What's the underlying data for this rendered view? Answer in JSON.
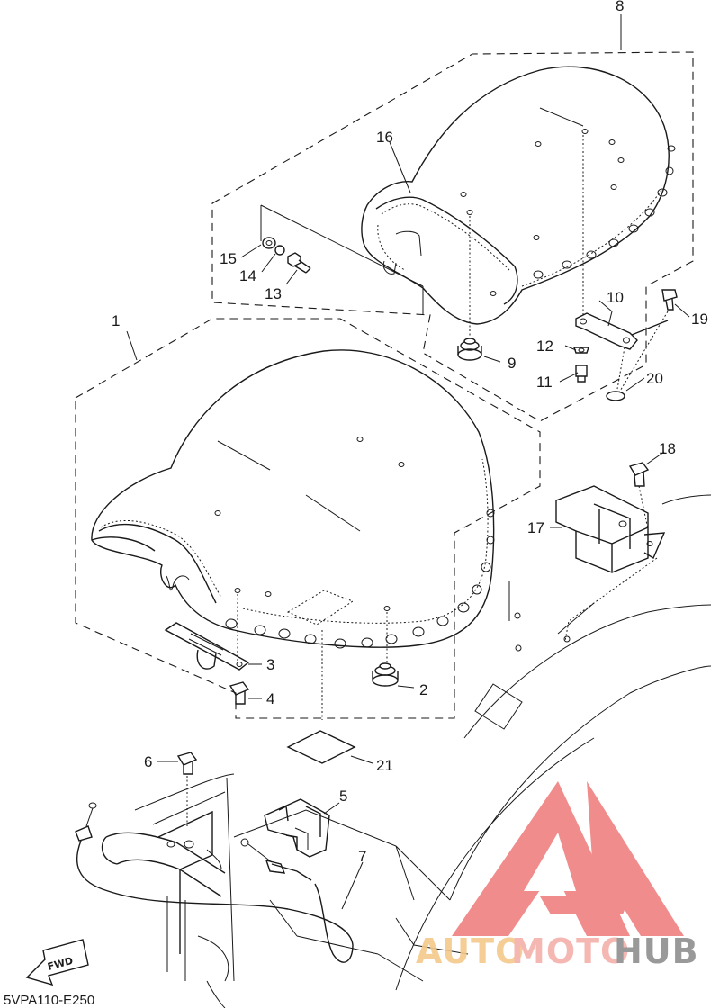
{
  "diagram": {
    "code": "5VPA110-E250",
    "fwd_label": "FWD",
    "part_numbers": [
      "1",
      "2",
      "3",
      "4",
      "5",
      "6",
      "7",
      "8",
      "9",
      "10",
      "11",
      "12",
      "13",
      "14",
      "15",
      "16",
      "17",
      "18",
      "19",
      "20",
      "21"
    ]
  },
  "watermark": {
    "text_auto": "AUTO",
    "text_moto": "MOTO",
    "text_hub": "HUB",
    "colors": {
      "auto": "#f4c98a",
      "moto": "#f4b0aa",
      "hub": "#8f8f8f",
      "logo": "#f08080"
    }
  }
}
